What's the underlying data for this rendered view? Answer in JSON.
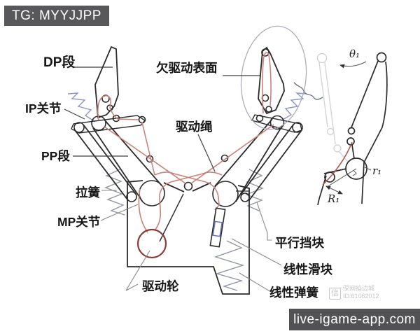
{
  "badges": {
    "top_left": "TG: MYYJJPP",
    "bottom_right": "live-igame-app.com"
  },
  "watermark": {
    "logo_char": "信",
    "line1": "深网掐边城",
    "line2": "ID:61062012"
  },
  "labels": {
    "dp_segment": "DP段",
    "underactuated_surface": "欠驱动表面",
    "ip_joint": "IP关节",
    "drive_rope": "驱动绳",
    "pp_segment": "PP段",
    "tension_spring": "拉簧",
    "mp_joint": "MP关节",
    "drive_wheel": "驱动轮",
    "parallel_stop": "平行挡块",
    "linear_slider": "线性滑块",
    "linear_spring": "线性弹簧"
  },
  "math": {
    "theta1": "θ₁",
    "r1": "r₁",
    "R1": "R₁"
  },
  "colors": {
    "outline": "#2b2b2b",
    "rope": "#c9837b",
    "rope_dark": "#8a3c33",
    "spring_blue": "#9094c8",
    "spring_gray": "#9095a2",
    "ghost": "#d4d4d4",
    "annotation_ellipse": "#a5a8b8",
    "leader_dark": "#3f3f3f",
    "leader_gray": "#8a8a8a",
    "slider_blue": "#6672c0",
    "badge_bg": "#58585a"
  }
}
